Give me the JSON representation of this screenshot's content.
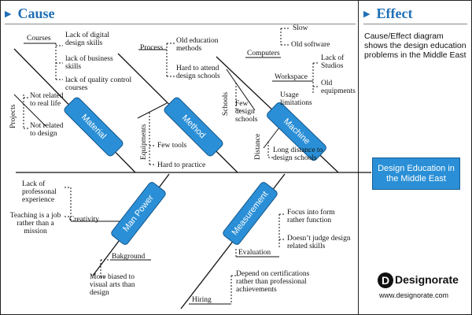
{
  "header": {
    "cause_title": "Cause",
    "effect_title": "Effect"
  },
  "effect": {
    "description": "Cause/Effect diagram shows the design education problems in the Middle East",
    "label": "Design Education in the Middle East"
  },
  "brand": {
    "logo_letter": "D",
    "name": "Designorate",
    "url": "www.designorate.com"
  },
  "categories": {
    "material": "Material",
    "method": "Method",
    "machine": "Machine",
    "man_power": "Man Power",
    "measurement": "Measurement"
  },
  "material": {
    "courses": "Courses",
    "lack_digital": "Lack of digital design skills",
    "lack_business": "lack of business skills",
    "lack_quality": "lack of quality control courses",
    "projects": "Projects",
    "not_real_life": "Not related to real life",
    "not_design": "Not related to design"
  },
  "method": {
    "process": "Process",
    "old_methods": "Old education methods",
    "hard_attend": "Hard to attend design schools",
    "equipments": "Equipments",
    "few_tools": "Few tools",
    "hard_practice": "Hard to practice"
  },
  "machine": {
    "computers": "Computers",
    "slow": "Slow",
    "old_software": "Old software",
    "workspace": "Workspace",
    "lack_studios": "Lack of Studios",
    "old_equipments": "Old equipments",
    "usage": "Usage limitations",
    "schools": "Schools",
    "few_schools": "Few design schools",
    "distance": "Distance",
    "long_distance": "Long distance to design schools"
  },
  "man_power": {
    "lack_experience": "Lack of professonal experience",
    "creativity": "Creativity",
    "teaching_job": "Teaching is a job rather than a mission",
    "bakground": "Bakground",
    "biased": "More biased to visual arts than design"
  },
  "measurement": {
    "focus_form": "Focus into form rather function",
    "doesnt_judge": "Doesn’t judge design related skills",
    "evaluation": "Evaluation",
    "hiring": "Hiring",
    "certifications": "Depend on certifications rather than professional achievements"
  }
}
